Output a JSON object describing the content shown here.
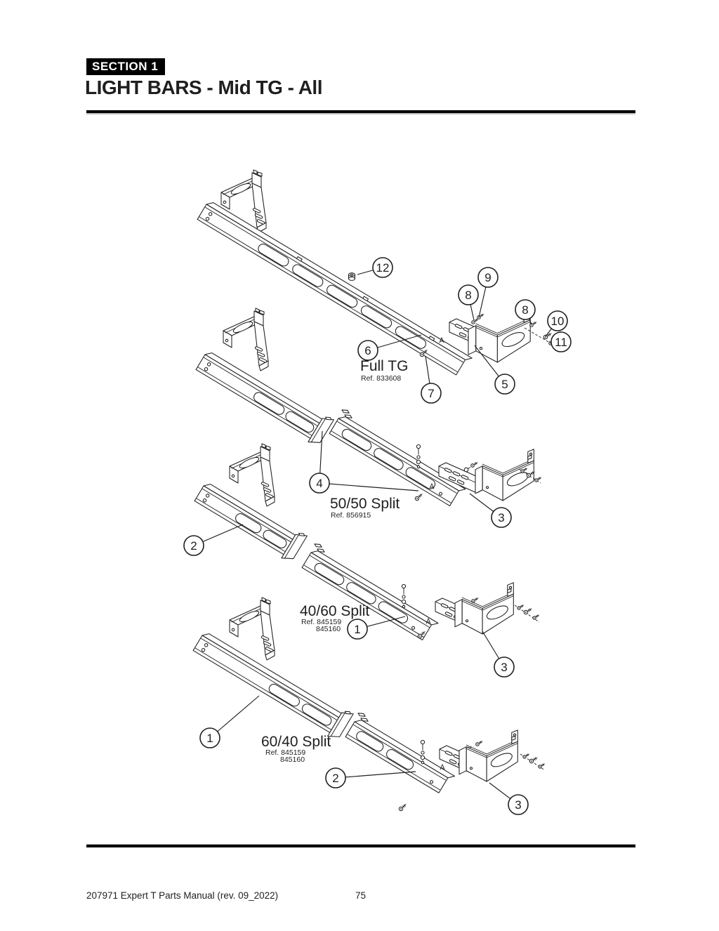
{
  "page": {
    "section_label": "SECTION 1",
    "title": "LIGHT BARS - Mid TG - All",
    "footer": "207971 Expert T Parts Manual (rev. 09_2022)",
    "page_number": "75"
  },
  "colors": {
    "ink": "#1f1f1f",
    "badge_bg": "#000000",
    "badge_text": "#ffffff",
    "page_bg": "#ffffff"
  },
  "assemblies": [
    {
      "name": "Full TG",
      "ref1": "Ref. 833608",
      "ref2": "",
      "callouts": [
        "12",
        "6",
        "7",
        "5",
        "8",
        "9",
        "8",
        "10",
        "11"
      ]
    },
    {
      "name": "50/50 Split",
      "ref1": "Ref. 856915",
      "ref2": "",
      "callouts": [
        "4",
        "3"
      ]
    },
    {
      "name": "40/60 Split",
      "ref1": "Ref. 845159",
      "ref2": "845160",
      "callouts": [
        "2",
        "1",
        "3"
      ]
    },
    {
      "name": "60/40 Split",
      "ref1": "Ref. 845159",
      "ref2": "845160",
      "callouts": [
        "1",
        "2",
        "3"
      ]
    }
  ]
}
